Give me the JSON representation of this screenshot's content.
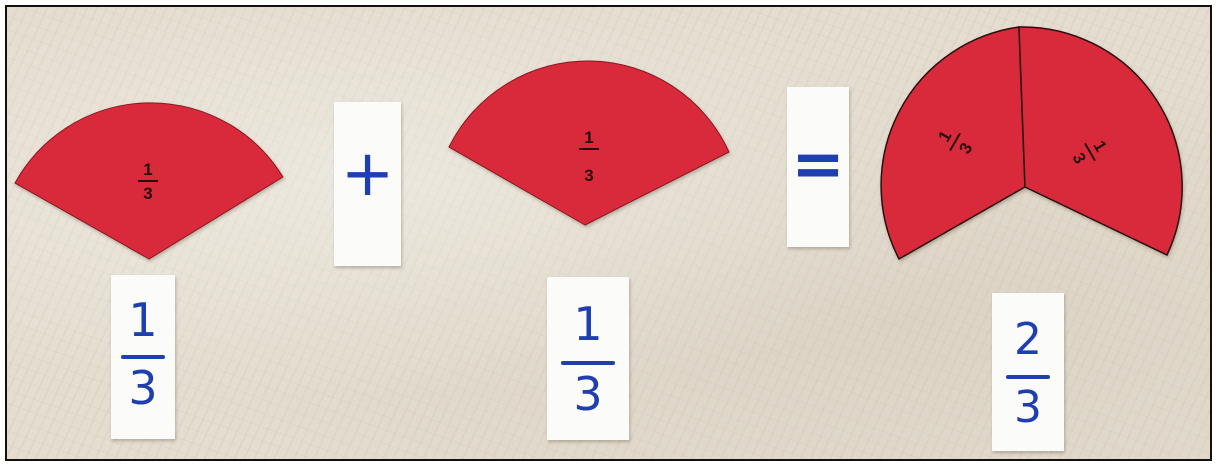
{
  "scene": {
    "piece_color": "#d92b3a",
    "ink_color": "#1f3fb0",
    "background_color": "#e4ddd0"
  },
  "sectors": [
    {
      "numerator": "1",
      "denominator": "3"
    },
    {
      "numerator": "1",
      "denominator": "3"
    },
    {
      "numerator": "1",
      "denominator": "3"
    },
    {
      "numerator": "1",
      "denominator": "3"
    }
  ],
  "operators": {
    "plus": "+",
    "equals": "="
  },
  "fraction_cards": [
    {
      "numerator": "1",
      "denominator": "3"
    },
    {
      "numerator": "1",
      "denominator": "3"
    },
    {
      "numerator": "2",
      "denominator": "3"
    }
  ]
}
